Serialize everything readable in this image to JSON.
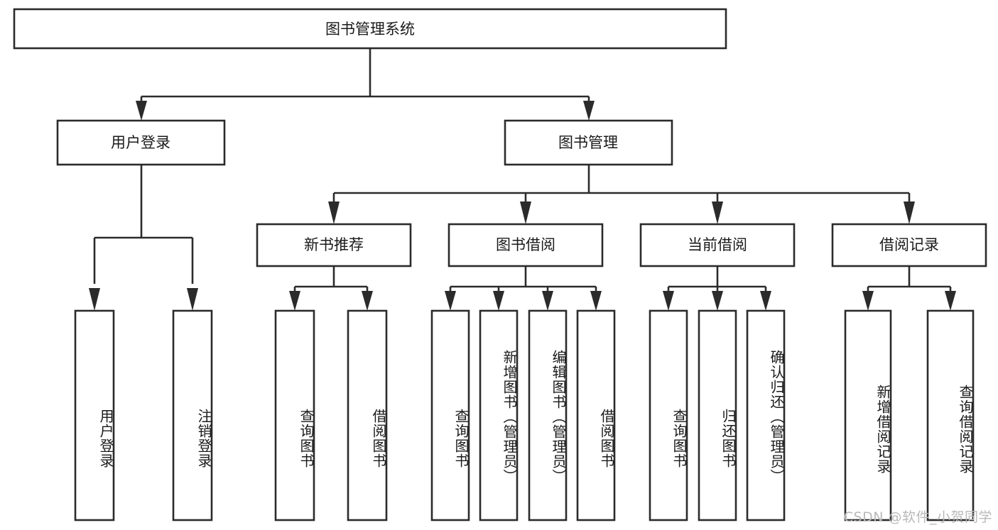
{
  "diagram": {
    "type": "tree-hierarchy",
    "title": "图书管理系统",
    "root": {
      "label": "图书管理系统",
      "id": "root-system"
    },
    "level2": [
      {
        "id": "user-login",
        "label": "用户登录"
      },
      {
        "id": "book-management",
        "label": "图书管理"
      }
    ],
    "level3": [
      {
        "id": "new-book-recommend",
        "label": "新书推荐",
        "parent": "book-management"
      },
      {
        "id": "book-borrow",
        "label": "图书借阅",
        "parent": "book-management"
      },
      {
        "id": "current-borrow",
        "label": "当前借阅",
        "parent": "book-management"
      },
      {
        "id": "borrow-record",
        "label": "借阅记录",
        "parent": "book-management"
      }
    ],
    "leaves": [
      {
        "id": "leaf-user-login",
        "label": "用户登录",
        "parent": "user-login"
      },
      {
        "id": "leaf-logout-login",
        "label": "注销登录",
        "parent": "user-login"
      },
      {
        "id": "leaf-query-book-1",
        "label": "查询图书",
        "parent": "new-book-recommend"
      },
      {
        "id": "leaf-borrow-book-1",
        "label": "借阅图书",
        "parent": "new-book-recommend"
      },
      {
        "id": "leaf-query-book-2",
        "label": "查询图书",
        "parent": "book-borrow"
      },
      {
        "id": "leaf-add-book",
        "label": "新增图书（管理员）",
        "parent": "book-borrow"
      },
      {
        "id": "leaf-edit-book",
        "label": "编辑图书（管理员）",
        "parent": "book-borrow"
      },
      {
        "id": "leaf-borrow-book-2",
        "label": "借阅图书",
        "parent": "book-borrow"
      },
      {
        "id": "leaf-query-book-3",
        "label": "查询图书",
        "parent": "current-borrow"
      },
      {
        "id": "leaf-return-book",
        "label": "归还图书",
        "parent": "current-borrow"
      },
      {
        "id": "leaf-confirm-return",
        "label": "确认归还（管理员）",
        "parent": "current-borrow"
      },
      {
        "id": "leaf-add-record",
        "label": "新增借阅记录",
        "parent": "borrow-record"
      },
      {
        "id": "leaf-query-record",
        "label": "查询借阅记录",
        "parent": "borrow-record"
      }
    ],
    "colors": {
      "stroke": "#2b2b2b",
      "fill": "#ffffff",
      "text": "#1a1a1a",
      "watermark": "#b9b9b9"
    }
  },
  "watermark": {
    "text": "CSDN @软件_小贺同学"
  }
}
